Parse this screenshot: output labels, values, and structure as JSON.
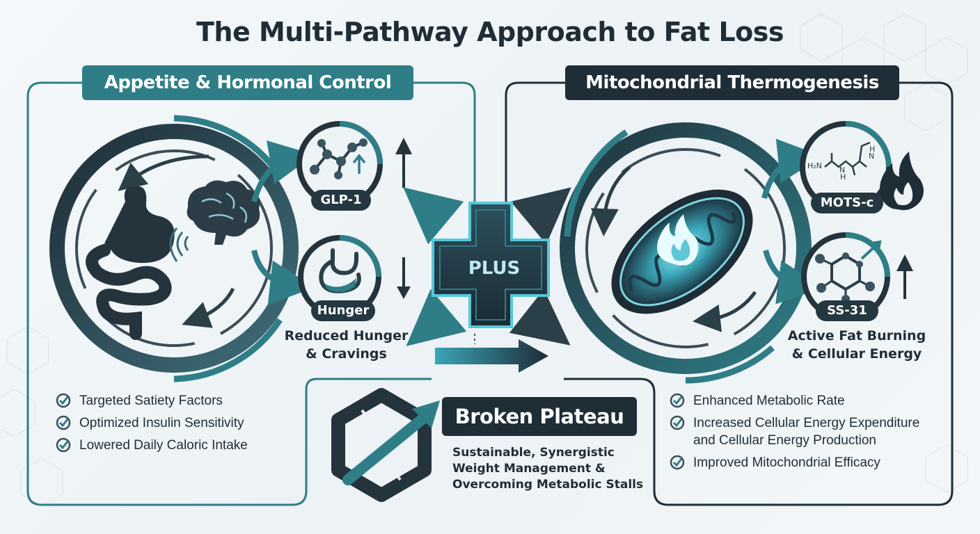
{
  "title": "The Multi-Pathway Approach to Fat Loss",
  "left_panel": {
    "title": "Appetite & Hormonal Control",
    "nodes": [
      {
        "label": "GLP-1",
        "icon": "molecule-icon",
        "trend": "up"
      },
      {
        "label": "Hunger",
        "icon": "stomach-icon",
        "trend": "down"
      }
    ],
    "caption_lines": [
      "Reduced Hunger",
      "& Cravings"
    ],
    "benefits": [
      "Targeted Satiety Factors",
      "Optimized Insulin Sensitivity",
      "Lowered Daily Caloric Intake"
    ]
  },
  "center": {
    "plus_label": "PLUS",
    "plateau_title": "Broken Plateau",
    "plateau_lines": [
      "Sustainable, Synergistic",
      "Weight Management &",
      "Overcoming Metabolic Stalls"
    ]
  },
  "right_panel": {
    "title": "Mitochondrial Thermogenesis",
    "nodes": [
      {
        "label": "MOTS-c",
        "icon": "chemical-structure-icon",
        "trend": "flame"
      },
      {
        "label": "SS-31",
        "icon": "molecule-ring-icon",
        "trend": "up"
      }
    ],
    "structure_labels": [
      "H₂N",
      "N",
      "H",
      "N",
      "H"
    ],
    "caption_lines": [
      "Active Fat Burning",
      "& Cellular Energy"
    ],
    "benefits": [
      "Enhanced Metabolic Rate",
      "Increased Cellular Energy Expenditure and Cellular Energy Production",
      "Improved Mitochondrial Efficacy"
    ],
    "benefit_2_lines": [
      "Increased Cellular Energy Expenditure",
      "and Cellular Energy Production"
    ]
  },
  "colors": {
    "dark": "#1f2d37",
    "teal": "#2f7e87",
    "cyan": "#4fc3d6",
    "slate": "#3b4d57"
  }
}
